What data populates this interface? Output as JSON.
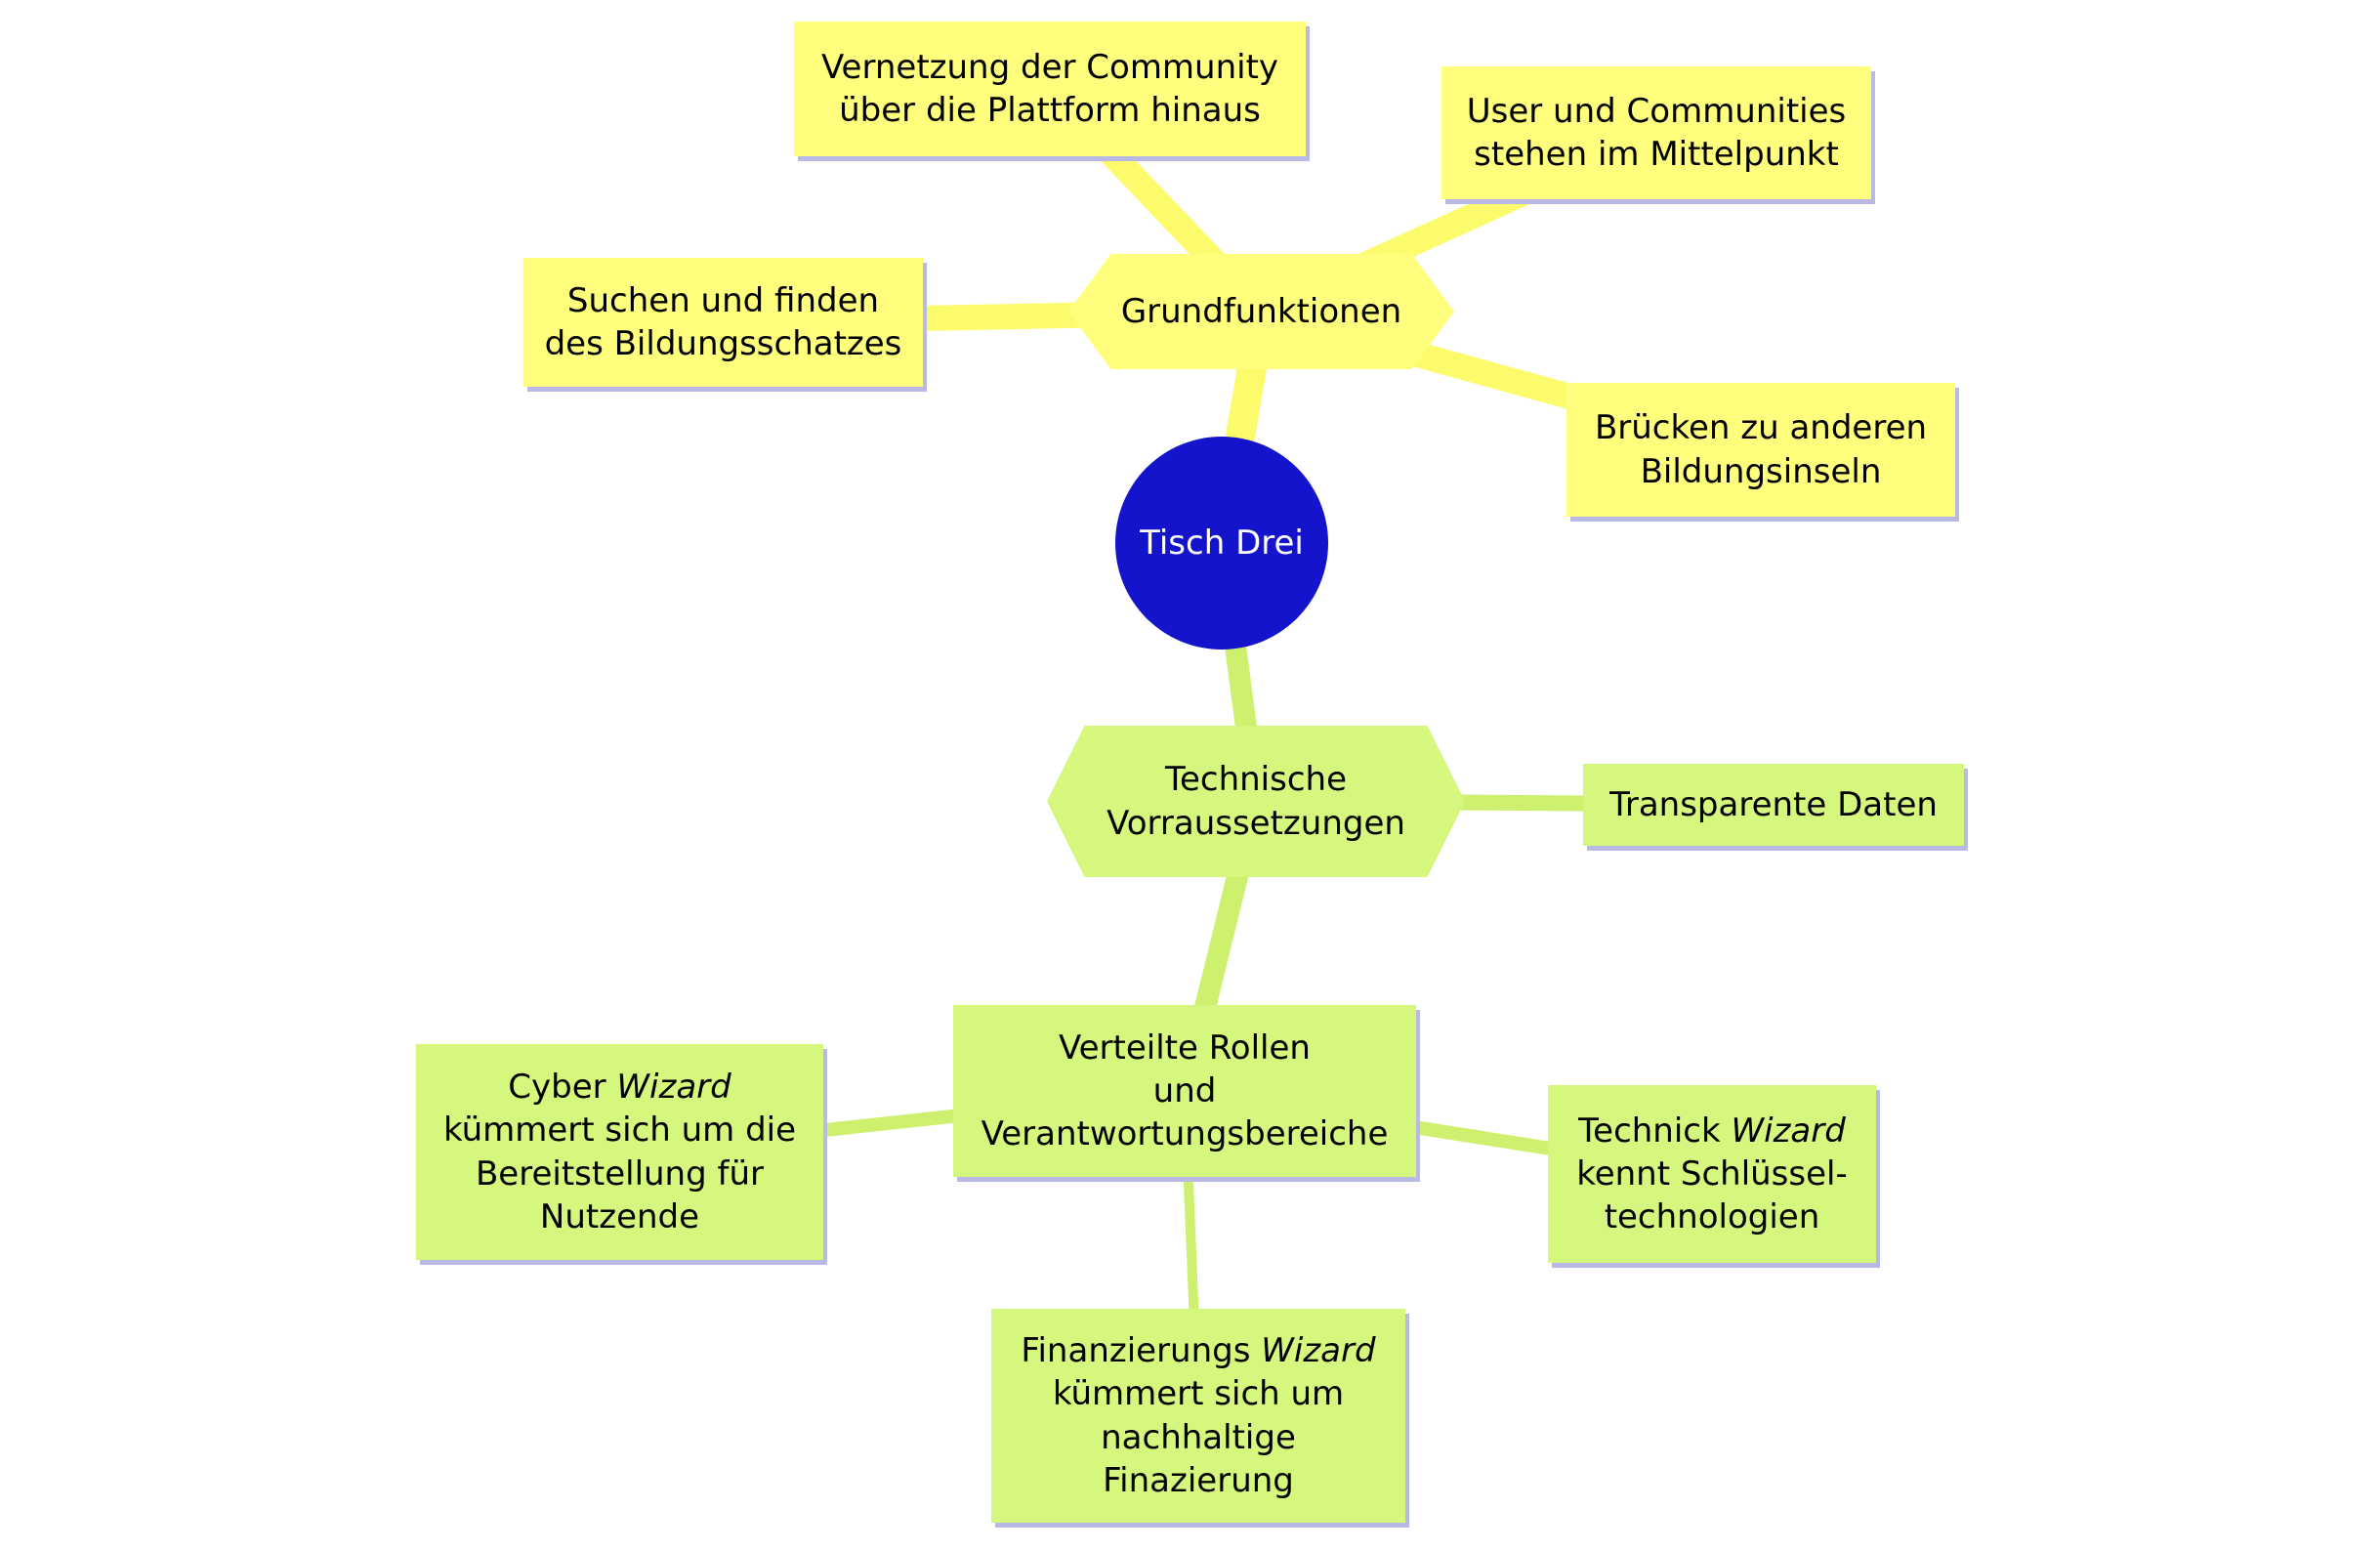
{
  "colors": {
    "node_yellow": "#ffff7d",
    "node_green": "#d6f77e",
    "root_blue": "#1414cc",
    "shadow_lavender": "#b9b9e6",
    "text": "#000000",
    "root_text": "#ffffff",
    "connector_yellow": "#fbfb6b",
    "connector_green": "#cdf06e"
  },
  "root": {
    "label": "Tisch Drei"
  },
  "nodes": {
    "grundfunktionen": {
      "label": "Grundfunktionen"
    },
    "vernetzung": {
      "label": "Vernetzung der Community\nüber die Plattform hinaus"
    },
    "user_communities": {
      "label": "User und Communities\nstehen im Mittelpunkt"
    },
    "suchen": {
      "label": "Suchen und finden\ndes Bildungsschatzes"
    },
    "bruecken": {
      "label": "Brücken zu anderen\nBildungsinseln"
    },
    "technische": {
      "label": "Technische\nVorraussetzungen"
    },
    "transparente": {
      "label": "Transparente Daten"
    },
    "verteilte": {
      "label": "Verteilte Rollen\nund\nVerantwortungsbereiche"
    },
    "cyber": {
      "pre": "Cyber ",
      "italic": "Wizard",
      "post": "\nkümmert sich um die\nBereitstellung für\nNutzende"
    },
    "technick": {
      "pre": "Technick ",
      "italic": "Wizard",
      "post": "\nkennt Schlüssel-\ntechnologien"
    },
    "finanzierungs": {
      "pre": "Finanzierungs ",
      "italic": "Wizard",
      "post": "\nkümmert sich um\nnachhaltige\nFinazierung"
    }
  }
}
